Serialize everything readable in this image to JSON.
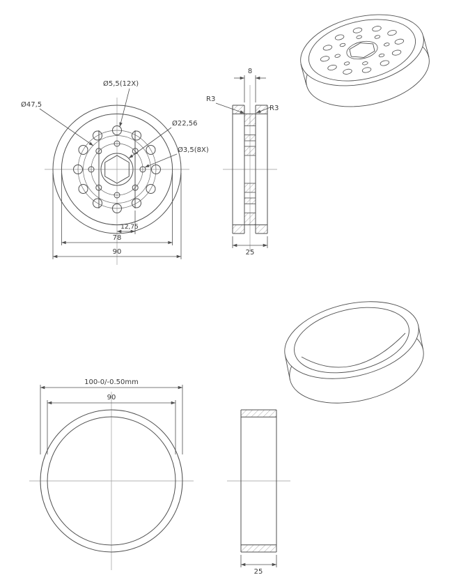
{
  "drawing": {
    "type": "cad-engineering-drawing",
    "background": "#ffffff",
    "colors": {
      "line": "#4f4f4f",
      "thin_line": "#6a6a6a",
      "centerline": "#9a9a9a",
      "hatch": "#7a7a7a",
      "text": "#3a3a3a"
    },
    "views": {
      "wheel_front": {
        "name": "wheel front view",
        "labels": {
          "dia_47_5": "Ø47,5",
          "dia_5_5_12x": "Ø5,5(12X)",
          "dia_22_56": "Ø22,56",
          "dia_3_5_8x": "Ø3,5(8X)",
          "dim_12_75": "12,75",
          "dim_78": "78",
          "dim_90": "90"
        }
      },
      "wheel_section": {
        "name": "wheel side section view",
        "labels": {
          "dim_8": "8",
          "r3_left": "R3",
          "r3_right": "R3",
          "dim_25": "25"
        }
      },
      "wheel_iso": {
        "name": "wheel isometric view",
        "labels": {}
      },
      "tire_front": {
        "name": "tire front view",
        "labels": {
          "dim_100": "100-0/-0.50mm",
          "dim_90": "90"
        }
      },
      "tire_section": {
        "name": "tire side section view",
        "labels": {
          "dim_25": "25"
        }
      },
      "tire_iso": {
        "name": "tire isometric view",
        "labels": {}
      }
    }
  }
}
